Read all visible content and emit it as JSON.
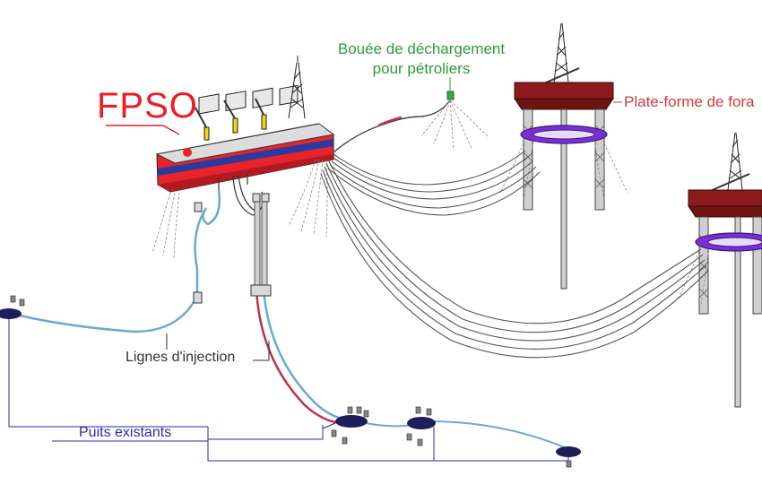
{
  "labels": {
    "fpso": "FPSO",
    "buoy_line1": "Bouée de déchargement",
    "buoy_line2": "pour pétroliers",
    "platform": "Plate-forme de fora",
    "injection": "Lignes d'injection",
    "wells": "Puits existants"
  },
  "colors": {
    "fpso_label": "#ee1c24",
    "buoy_label": "#2e9a3a",
    "platform_label": "#d23a3a",
    "wells_label": "#2a2ab4",
    "hull_red": "#e8232a",
    "hull_blue": "#2c3a9f",
    "deck": "#dcdcdc",
    "platform_deck": "#8c1b1b",
    "pontoon_purple": "#7b2fd3",
    "riser_gray": "#555555",
    "injection_blue": "#6aa9d6",
    "injection_red": "#c0304a",
    "wellhead_navy": "#1d1e5a",
    "wells_line": "#2a2ab4"
  }
}
